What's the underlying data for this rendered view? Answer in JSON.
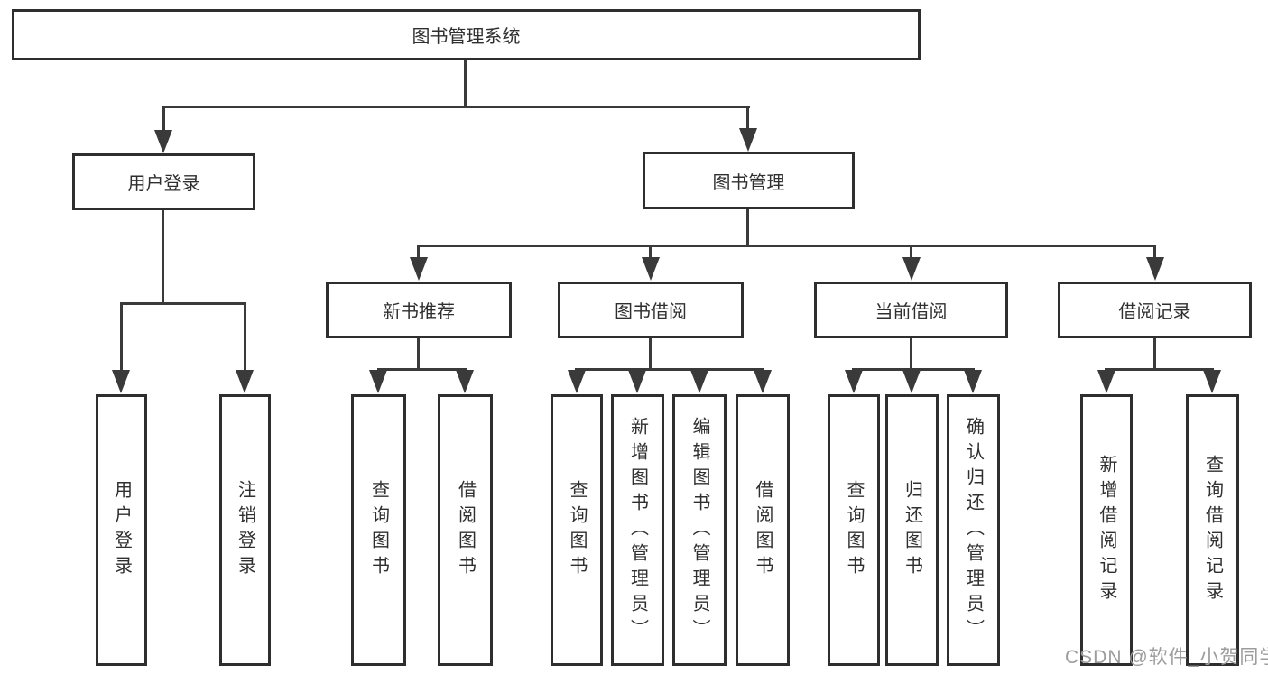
{
  "tree": {
    "root": {
      "label": "图书管理系统"
    },
    "children": [
      {
        "label": "用户登录",
        "children": [
          {
            "label": "用户登录"
          },
          {
            "label": "注销登录"
          }
        ]
      },
      {
        "label": "图书管理",
        "children": [
          {
            "label": "新书推荐",
            "children": [
              {
                "label": "查询图书"
              },
              {
                "label": "借阅图书"
              }
            ]
          },
          {
            "label": "图书借阅",
            "children": [
              {
                "label": "查询图书"
              },
              {
                "label": "新增图书（管理员）"
              },
              {
                "label": "编辑图书（管理员）"
              },
              {
                "label": "借阅图书"
              }
            ]
          },
          {
            "label": "当前借阅",
            "children": [
              {
                "label": "查询图书"
              },
              {
                "label": "归还图书"
              },
              {
                "label": "确认归还（管理员）"
              }
            ]
          },
          {
            "label": "借阅记录",
            "children": [
              {
                "label": "新增借阅记录"
              },
              {
                "label": "查询借阅记录"
              }
            ]
          }
        ]
      }
    ]
  },
  "watermark": {
    "text": "CSDN @软件_小贺同学"
  },
  "colors": {
    "line": "#3a3a3a",
    "box_border": "#2e2e2e",
    "text": "#2f2f2f",
    "background": "#ffffff",
    "watermark": "#9c9c9c"
  }
}
